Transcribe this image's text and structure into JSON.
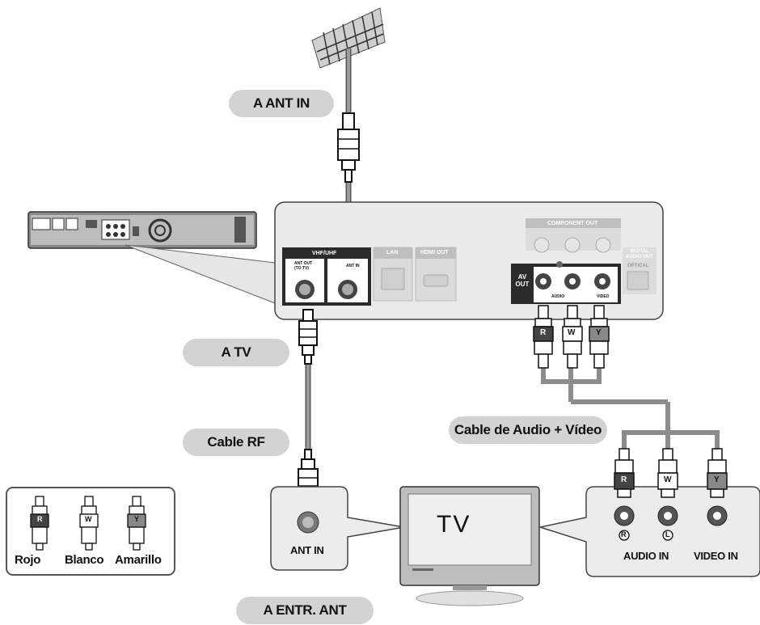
{
  "labels": {
    "ant_in_to": "A ANT IN",
    "to_tv": "A TV",
    "rf_cable": "Cable RF",
    "av_cable": "Cable de Audio + Vídeo",
    "tv_ant_in": "A ENTR. ANT",
    "tv": "TV",
    "ant_in_port": "ANT IN",
    "audio_in": "AUDIO IN",
    "video_in": "VIDEO IN"
  },
  "panel": {
    "vhf_uhf": "VHF/UHF",
    "ant_out": "ANT OUT",
    "ant_out_sub": "(TO TV)",
    "ant_in": "ANT IN",
    "lan": "LAN",
    "hdmi_out": "HDMI OUT",
    "component_out": "COMPONENT OUT",
    "digital_audio_out": "DIGITAL AUDIO OUT",
    "optical": "OPTICAL",
    "av_out": "AV OUT",
    "audio": "AUDIO",
    "video": "VIDEO"
  },
  "plugs": {
    "r": "R",
    "w": "W",
    "y": "Y"
  },
  "tv_jacks": {
    "r_mark": "R",
    "l_mark": "L"
  },
  "legend": {
    "red": "Rojo",
    "white": "Blanco",
    "yellow": "Amarillo"
  },
  "colors": {
    "pill": "#d3d3d3",
    "cable": "#8c8c8c",
    "panel_dark": "#2b2b2b"
  }
}
